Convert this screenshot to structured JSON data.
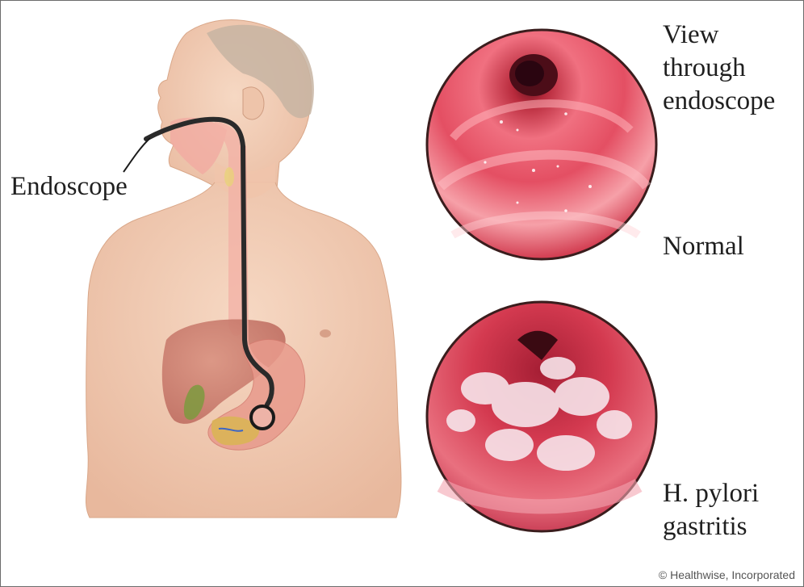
{
  "labels": {
    "endoscope": "Endoscope",
    "view": "View\nthrough\nendoscope",
    "normal": "Normal",
    "gastritis": "H. pylori\ngastritis",
    "credit": "© Healthwise, Incorporated"
  }
}
